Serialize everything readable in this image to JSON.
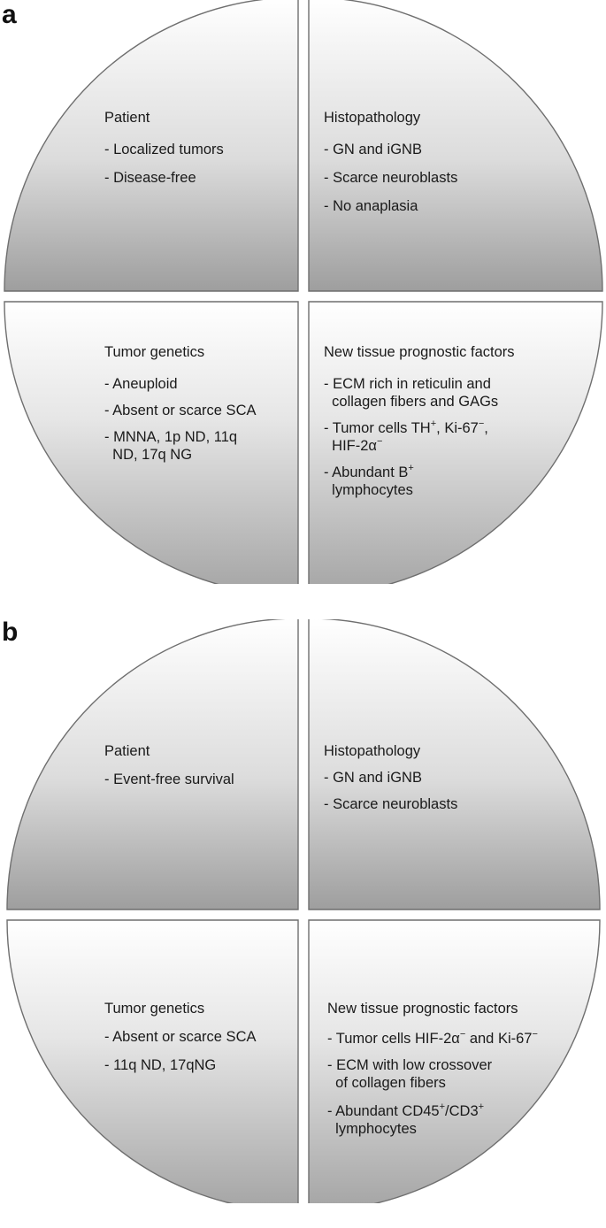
{
  "panels": [
    {
      "id": "a",
      "letter": "a",
      "quadrants": {
        "top_left": {
          "heading": "Patient",
          "items": [
            [
              [
                "- Localized tumors",
                null
              ]
            ],
            [
              [
                "- Disease-free",
                null
              ]
            ]
          ]
        },
        "top_right": {
          "heading": "Histopathology",
          "items": [
            [
              [
                "- GN and iGNB",
                null
              ]
            ],
            [
              [
                "- Scarce neuroblasts",
                null
              ]
            ],
            [
              [
                "- No anaplasia",
                null
              ]
            ]
          ]
        },
        "bottom_left": {
          "heading": "Tumor genetics",
          "items": [
            [
              [
                "- Aneuploid",
                null
              ]
            ],
            [
              [
                "- Absent or scarce SCA",
                null
              ]
            ],
            [
              [
                "- MNNA, 1p ND, 11q",
                null
              ]
            ],
            [
              [
                "  ND, 17q NG",
                null
              ]
            ]
          ]
        },
        "bottom_right": {
          "heading": "New tissue prognostic factors",
          "items": [
            [
              [
                "- ECM rich in reticulin and",
                null
              ]
            ],
            [
              [
                "  collagen fibers and GAGs",
                null
              ]
            ],
            [
              [
                "- Tumor cells TH",
                null
              ],
              [
                "+",
                "sup"
              ],
              [
                ", Ki-67",
                null
              ],
              [
                "−",
                "sup"
              ],
              [
                ",",
                null
              ]
            ],
            [
              [
                "  HIF-2α",
                null
              ],
              [
                "−",
                "sup"
              ]
            ],
            [
              [
                "- Abundant B",
                null
              ],
              [
                "+",
                "sup"
              ]
            ],
            [
              [
                "  lymphocytes",
                null
              ]
            ]
          ]
        }
      }
    },
    {
      "id": "b",
      "letter": "b",
      "quadrants": {
        "top_left": {
          "heading": "Patient",
          "items": [
            [
              [
                "- Event-free survival",
                null
              ]
            ]
          ]
        },
        "top_right": {
          "heading": "Histopathology",
          "items": [
            [
              [
                "- GN and iGNB",
                null
              ]
            ],
            [
              [
                "- Scarce neuroblasts",
                null
              ]
            ]
          ]
        },
        "bottom_left": {
          "heading": "Tumor genetics",
          "items": [
            [
              [
                "- Absent or scarce SCA",
                null
              ]
            ],
            [
              [
                "- 11q ND, 17qNG",
                null
              ]
            ]
          ]
        },
        "bottom_right": {
          "heading": "New tissue prognostic factors",
          "items": [
            [
              [
                "- Tumor cells HIF-2α",
                null
              ],
              [
                "−",
                "sup"
              ],
              [
                " and Ki-67",
                null
              ],
              [
                "−",
                "sup"
              ]
            ],
            [
              [
                "- ECM with low crossover",
                null
              ]
            ],
            [
              [
                "  of collagen fibers",
                null
              ]
            ],
            [
              [
                "- Abundant CD45",
                null
              ],
              [
                "+",
                "sup"
              ],
              [
                "/CD3",
                null
              ],
              [
                "+",
                "sup"
              ]
            ],
            [
              [
                "  lymphocytes",
                null
              ]
            ]
          ]
        }
      }
    }
  ]
}
